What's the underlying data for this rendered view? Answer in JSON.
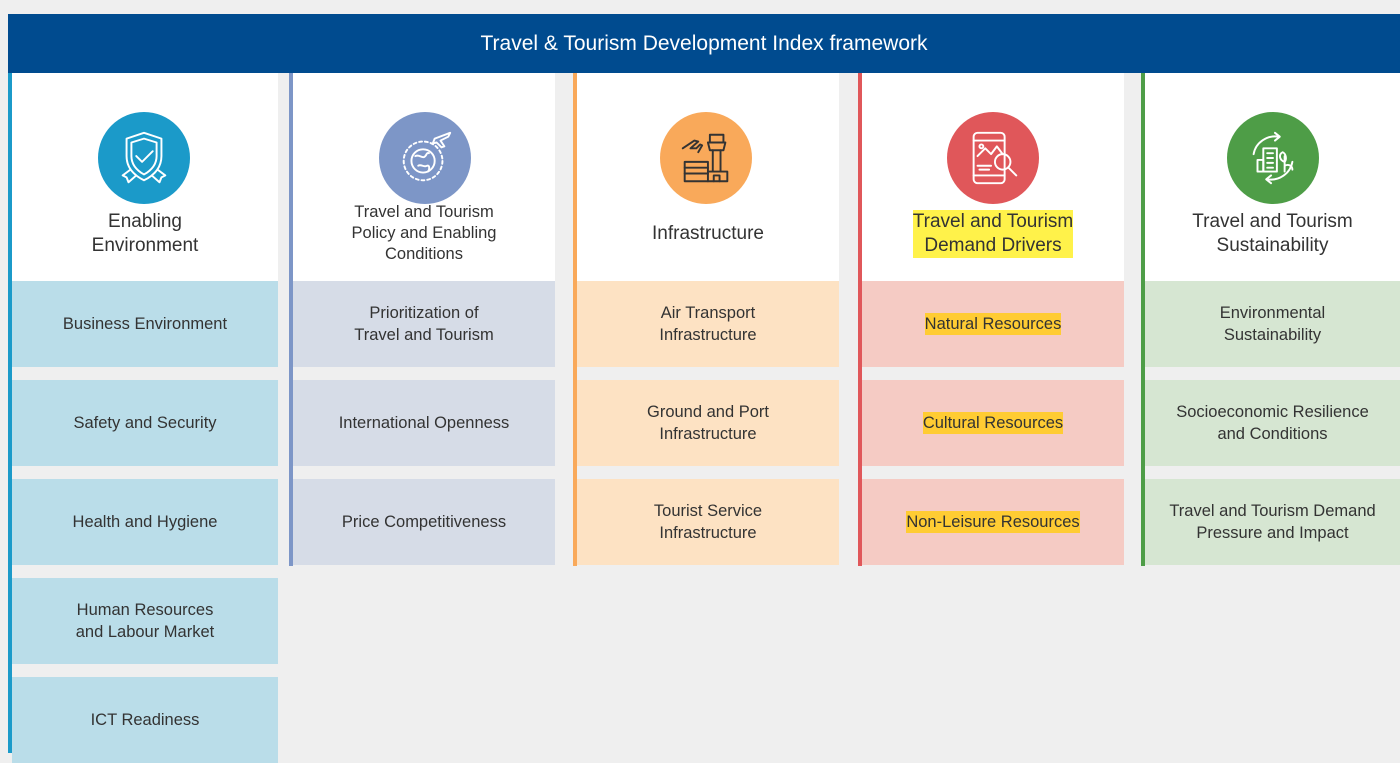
{
  "title": "Travel & Tourism Development Index framework",
  "pillars": [
    {
      "title": "Enabling\nEnvironment",
      "icon": "shield-check-icon",
      "color": "#1b9ac9",
      "box_color": "#badde9",
      "items": [
        "Business Environment",
        "Safety and Security",
        "Health and Hygiene",
        "Human Resources\nand Labour Market",
        "ICT Readiness"
      ]
    },
    {
      "title": "Travel and Tourism\nPolicy and Enabling\nConditions",
      "icon": "globe-plane-icon",
      "color": "#7d96c7",
      "box_color": "#d6dce7",
      "items": [
        "Prioritization of\nTravel and Tourism",
        "International Openness",
        "Price Competitiveness"
      ]
    },
    {
      "title": "Infrastructure",
      "icon": "airport-tower-icon",
      "color": "#f9a95a",
      "box_color": "#fde2c3",
      "items": [
        "Air Transport\nInfrastructure",
        "Ground and Port\nInfrastructure",
        "Tourist Service\nInfrastructure"
      ]
    },
    {
      "title": "Travel and Tourism\nDemand Drivers",
      "icon": "landscape-search-icon",
      "color": "#e0575a",
      "box_color": "#f5cbc4",
      "items": [
        "Natural Resources",
        "Cultural Resources",
        "Non-Leisure Resources"
      ]
    },
    {
      "title": "Travel and Tourism\nSustainability",
      "icon": "sustainable-building-icon",
      "color": "#4e9d47",
      "box_color": "#d6e6d2",
      "items": [
        "Environmental\nSustainability",
        "Socioeconomic Resilience\nand Conditions",
        "Travel and Tourism Demand\nPressure and Impact"
      ]
    }
  ]
}
